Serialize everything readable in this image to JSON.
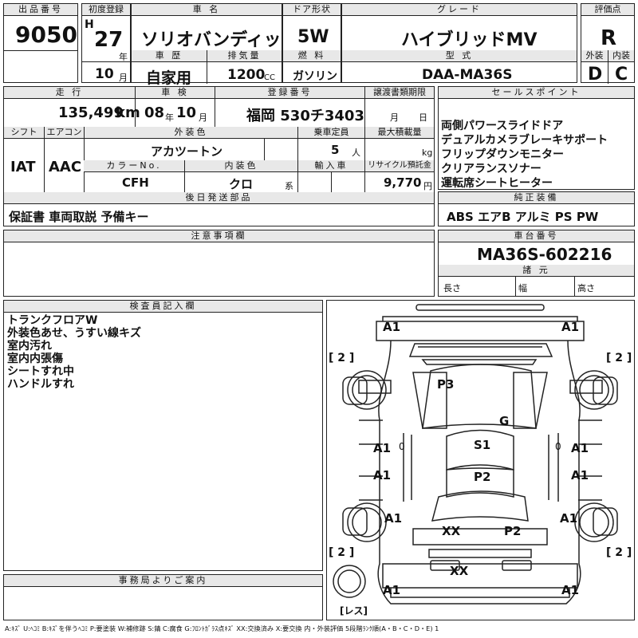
{
  "header": {
    "lot_label": "出品番号",
    "lot_no": "9050",
    "reg_label": "初度登録",
    "era": "H",
    "year": "27",
    "year_unit": "年",
    "month": "10",
    "month_unit": "月",
    "name_label": "車 名",
    "name": "ソリオバンディット",
    "history_label": "車 歴",
    "history": "自家用",
    "displacement_label": "排気量",
    "displacement": "1200",
    "cc": "CC",
    "door_label": "ドア形状",
    "door": "5W",
    "fuel_label": "燃 料",
    "fuel": "ガソリン",
    "grade_label": "グレード",
    "grade": "ハイブリッドMV",
    "model_label": "型 式",
    "model": "DAA-MA36S",
    "score_label": "評価点",
    "score": "R",
    "ext_label": "外装",
    "ext": "D",
    "int_label": "内装",
    "int": "C"
  },
  "row2": {
    "mileage_label": "走 行",
    "mileage": "135,499",
    "km": "km",
    "inspect_label": "車 検",
    "inspect_year": "08",
    "inspect_year_unit": "年",
    "inspect_month": "10",
    "inspect_month_unit": "月",
    "plate_label": "登録番号",
    "plate": "福岡 530チ3403",
    "transfer_label": "譲渡書類期限",
    "transfer_month_unit": "月",
    "transfer_day_unit": "日",
    "shift_label": "シフト",
    "shift": "IAT",
    "ac_label": "エアコン",
    "ac": "AAC",
    "color_label": "外装色",
    "color": "アカツートン",
    "capacity_label": "乗車定員",
    "capacity": "5",
    "capacity_unit": "人",
    "load_label": "最大積載量",
    "load_unit": "kg",
    "colorno_label": "カラーNo.",
    "colorno": "CFH",
    "interior_label": "内装色",
    "interior": "クロ",
    "interior_suffix": "系",
    "import_label": "輸入車",
    "recycle_label": "リサイクル預託金",
    "recycle": "9,770",
    "recycle_unit": "円"
  },
  "later_label": "後日発送部品",
  "later": "保証書 車両取説 予備キー",
  "notes_label": "注意事項欄",
  "sales_label": "セールスポイント",
  "sales": [
    "両側パワースライドドア",
    "デュアルカメラブレーキサポート",
    "フリップダウンモニター",
    "クリアランスソナー",
    "運転席シートヒーター"
  ],
  "equip_label": "純正装備",
  "equip": "ABS エアB アルミ PS PW",
  "chassis_label": "車台番号",
  "chassis": "MA36S-602216",
  "spec_label": "諸 元",
  "spec_len": "長さ",
  "spec_wid": "幅",
  "spec_hgt": "高さ",
  "inspector_label": "検査員記入欄",
  "inspector": [
    "トランクフロアW",
    "外装色あせ、うすい線キズ",
    "室内汚れ",
    "室内内張傷",
    "シートすれ中",
    "ハンドルすれ"
  ],
  "office_label": "事務局よりご案内",
  "diagram": {
    "A1_tl": "A1",
    "A1_tr": "A1",
    "P3": "P3",
    "G": "G",
    "A1_ml": "A1",
    "zero_ml": "0",
    "S1": "S1",
    "zero_mr": "0",
    "A1_mr": "A1",
    "A1_ml2": "A1",
    "P2_c": "P2",
    "A1_mr2": "A1",
    "A1_bl": "A1",
    "XX_l": "XX",
    "P2_r": "P2",
    "A1_br": "A1",
    "XX_c": "XX",
    "A1_bbl": "A1",
    "A1_bbr": "A1",
    "br_tl": "[ 2 ]",
    "br_tr": "[ 2 ]",
    "br_bl": "[ 2 ]",
    "br_br": "[ 2 ]",
    "spare": "[レス]"
  },
  "legend": "A:ｷｽﾞ U:ﾍｺﾐ B:ｷｽﾞを伴うﾍｺﾐ P:要塗装 W:補修跡 S:錆 C:腐食 G:ﾌﾛﾝﾄｶﾞﾗｽ点ｷｽﾞ XX:交換済み X:要交換 内・外装評価 5段階ﾗﾝｸ順(A・B・C・D・E) 1"
}
